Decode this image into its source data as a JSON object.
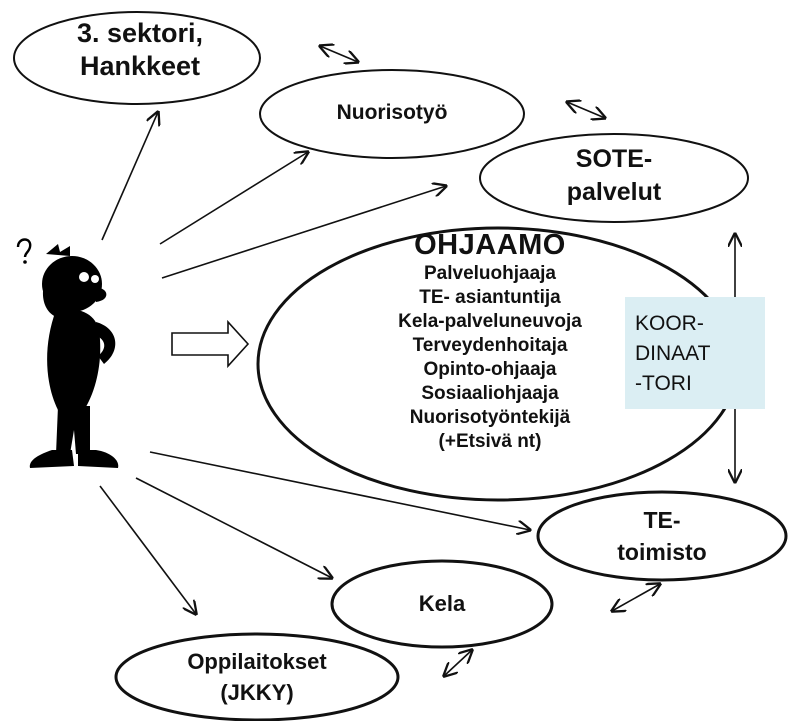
{
  "nodes": {
    "sektori": [
      "3. sektori,",
      "Hankkeet"
    ],
    "nuorisotyo": [
      "Nuorisotyö"
    ],
    "sote": [
      "SOTE-",
      "palvelut"
    ],
    "te": [
      "TE-",
      "toimisto"
    ],
    "kela": [
      "Kela"
    ],
    "oppilaitokset": [
      "Oppilaitokset",
      "(JKKY)"
    ]
  },
  "hub": {
    "title": "OHJAAMO",
    "roles": [
      "Palveluohjaaja",
      "TE- asiantuntija",
      "Kela-palveluneuvoja",
      "Terveydenhoitaja",
      "Opinto-ohjaaja",
      "Sosiaaliohjaaja",
      "Nuorisotyöntekijä",
      "(+Etsivä nt)"
    ]
  },
  "coordinator": [
    "KOOR-",
    "DINAAT",
    "-TORI"
  ],
  "colors": {
    "line": "#111111",
    "coordinator_fill": "#dbeef3",
    "background": "#ffffff"
  },
  "icons": {
    "person": "confused-person-icon",
    "arrow": "hollow-right-arrow-icon"
  }
}
